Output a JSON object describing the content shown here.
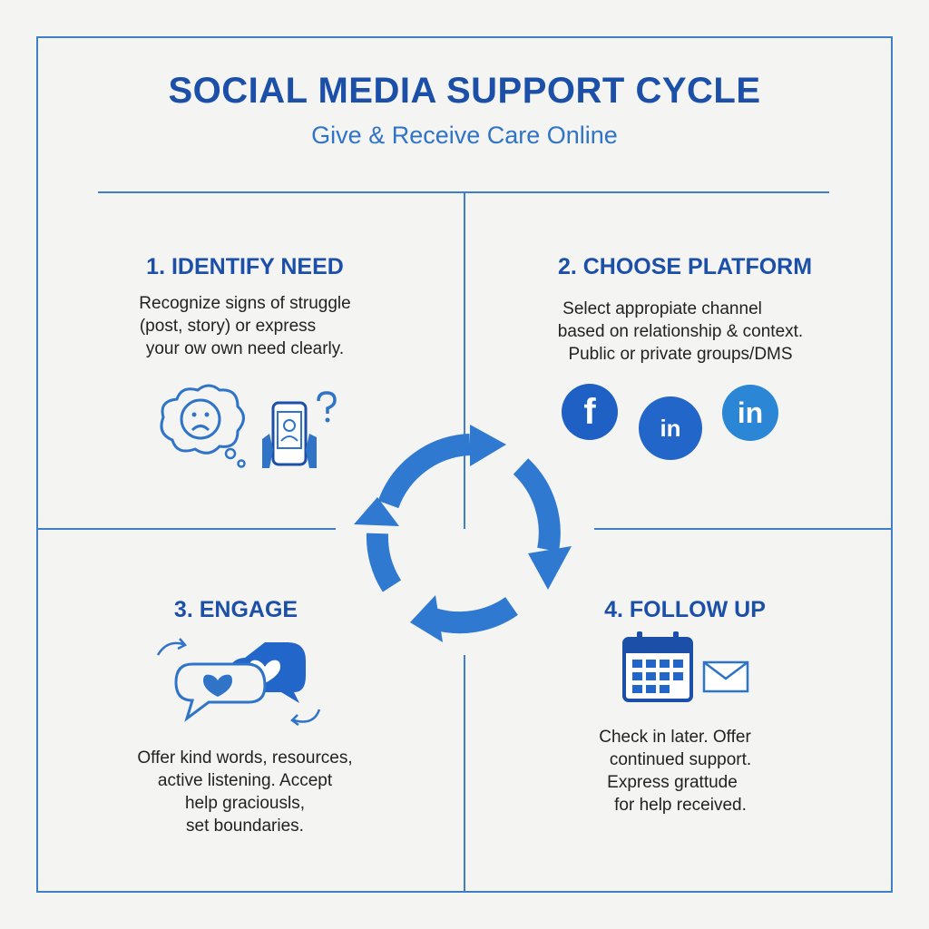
{
  "title": "SOCIAL MEDIA SUPPORT CYCLE",
  "subtitle": "Give & Receive Care Online",
  "colors": {
    "primary": "#1b4fa8",
    "accent": "#2f74c7",
    "cycle": "#2f7ad0",
    "frame": "#3f7fc8"
  },
  "steps": [
    {
      "heading": "1. IDENTIFY NEED",
      "lines": [
        "Recognize signs of struggle",
        "(post, story) or express",
        "your ow own need clearly."
      ],
      "icons": [
        "sad-thought-bubble-icon",
        "phone-in-hand-icon",
        "question-mark-icon"
      ]
    },
    {
      "heading": "2. CHOOSE PLATFORM",
      "lines": [
        "Select appropiate channel",
        "based on relationship & context.",
        "Public or private groups/DMS"
      ],
      "icons": [
        "facebook-icon",
        "linkedin-variant-icon",
        "linkedin-icon"
      ],
      "brand_labels": [
        "f",
        "in",
        "in"
      ]
    },
    {
      "heading": "3. ENGAGE",
      "lines": [
        "Offer kind words, resources,",
        "active listening. Accept",
        "help graciousls,",
        "set boundaries."
      ],
      "icons": [
        "heart-chat-bubbles-icon",
        "curved-arrow-icon"
      ]
    },
    {
      "heading": "4. FOLLOW UP",
      "lines": [
        "Check in later. Offer",
        "continued support.",
        "Express grattude",
        "for help received."
      ],
      "icons": [
        "calendar-icon",
        "envelope-icon"
      ]
    }
  ]
}
